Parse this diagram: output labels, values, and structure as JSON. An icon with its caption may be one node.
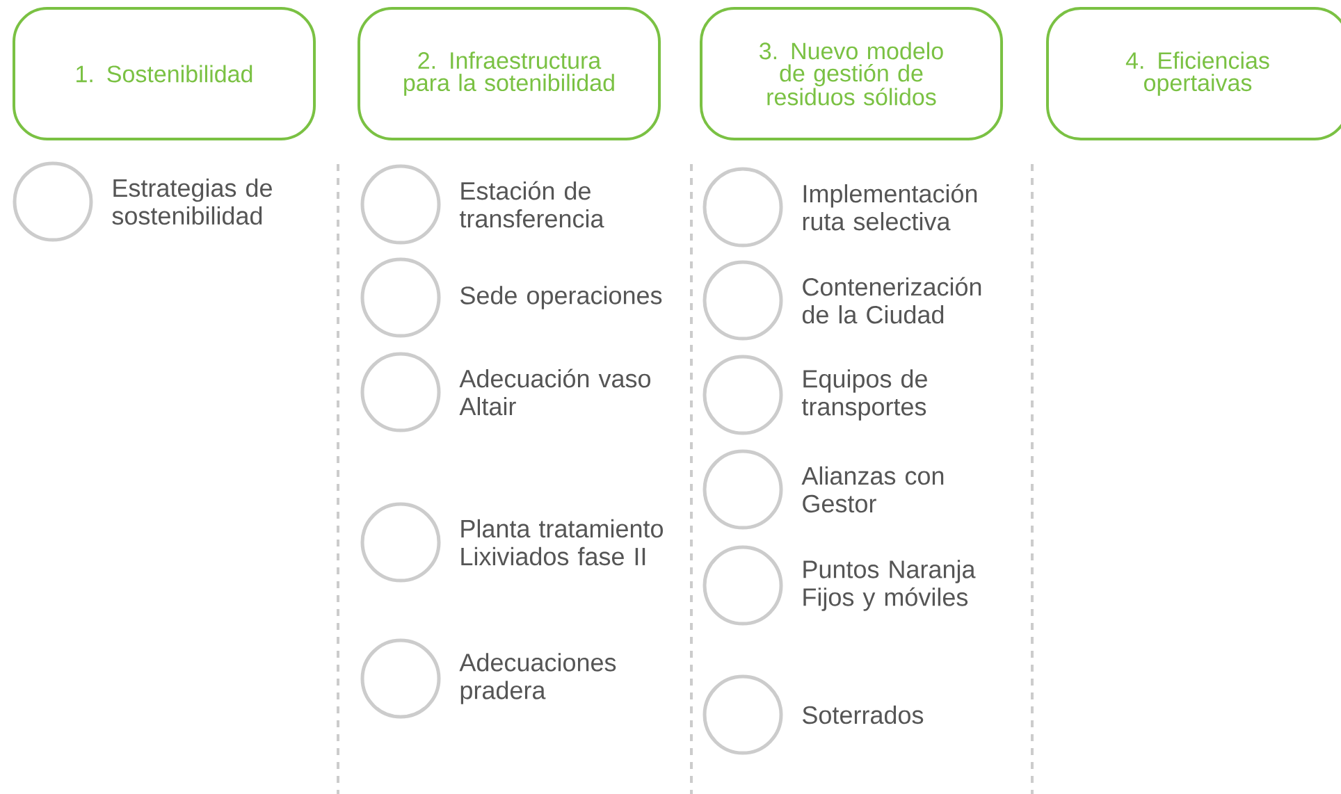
{
  "diagram": {
    "nodes": [
      {
        "text": [
          "1. Sostenibilidad"
        ]
      },
      {
        "text": [
          "2. Infraestructura para la sotenibilidad"
        ]
      },
      {
        "text": [
          "3. Nuevo modelo de gestión de residuos sólidos"
        ]
      },
      {
        "text": [
          "4. Eficiencias opertaivas"
        ]
      },
      {
        "text": [],
        "shape": "circle",
        "beside": [
          "Estrategias de sostenibilidad"
        ]
      },
      {
        "text": [],
        "shape": "circle",
        "beside": [
          "Estación de transferencia"
        ]
      },
      {
        "text": [],
        "shape": "circle",
        "beside": [
          "Sede operaciones"
        ]
      },
      {
        "text": [],
        "shape": "circle",
        "beside": [
          "Adecuación vaso Altair"
        ]
      },
      {
        "text": [],
        "shape": "circle",
        "beside": [
          "Planta tratamiento Lixiviados fase II"
        ]
      },
      {
        "text": [],
        "shape": "circle",
        "beside": [
          "Adecuaciones pradera"
        ]
      },
      {
        "text": [],
        "shape": "circle",
        "beside": [
          "Implementación ruta selectiva"
        ]
      },
      {
        "text": [],
        "shape": "circle",
        "beside": [
          "Contenerización de la Ciudad"
        ]
      },
      {
        "text": [],
        "shape": "circle",
        "beside": [
          "Equipos de transportes"
        ]
      },
      {
        "text": [],
        "shape": "circle",
        "beside": [
          "Alianzas con Gestor"
        ]
      },
      {
        "text": [],
        "shape": "circle",
        "beside": [
          "Puntos Naranja Fijos y móviles"
        ]
      },
      {
        "text": [],
        "shape": "circle",
        "beside": [
          "Soterrados"
        ]
      }
    ]
  }
}
